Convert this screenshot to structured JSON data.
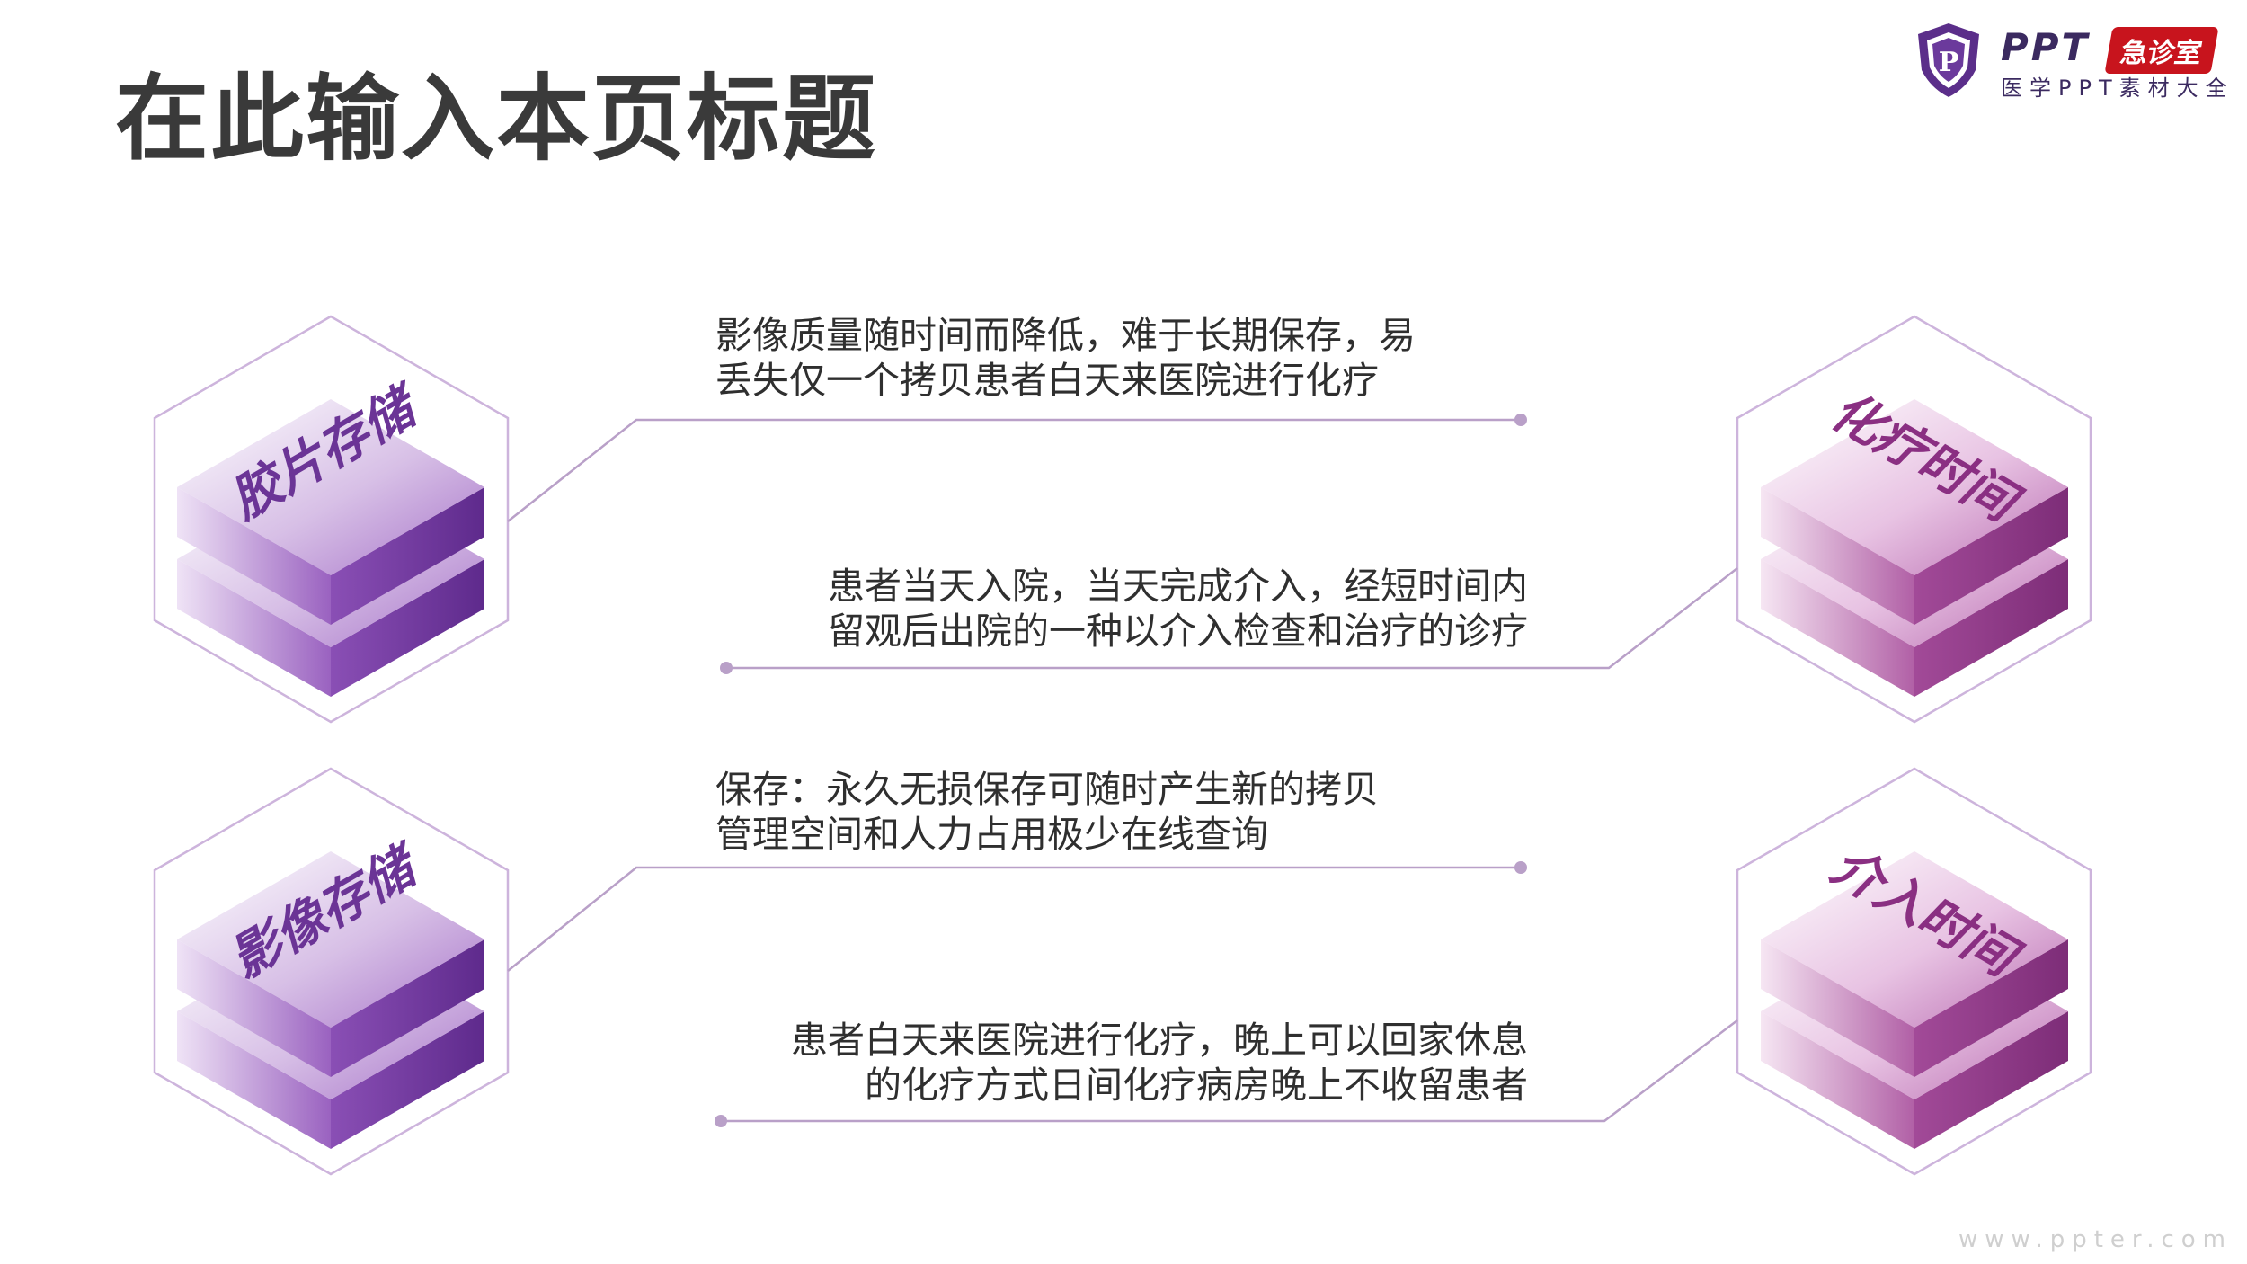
{
  "page": {
    "title": "在此输入本页标题"
  },
  "logo": {
    "shield_letter": "P",
    "brand": "PPT",
    "badge": "急诊室",
    "subtitle": "医学PPT素材大全"
  },
  "modules": [
    {
      "label": "胶片存储",
      "description_lines": [
        "影像质量随时间而降低，难于长期保存，易",
        "丢失仅一个拷贝患者白天来医院进行化疗"
      ]
    },
    {
      "label": "化疗时间",
      "description_lines": [
        "患者当天入院，当天完成介入，经短时间内",
        "留观后出院的一种以介入检查和治疗的诊疗"
      ]
    },
    {
      "label": "影像存储",
      "description_lines": [
        "保存：永久无损保存可随时产生新的拷贝",
        "管理空间和人力占用极少在线查询"
      ]
    },
    {
      "label": "介入时间",
      "description_lines": [
        "患者白天来医院进行化疗，晚上可以回家休息",
        "的化疗方式日间化疗病房晚上不收留患者"
      ]
    }
  ],
  "watermark": "www.ppter.com",
  "colors": {
    "accent": "#7a3aa6",
    "line": "#b9a0c8",
    "hex_outline": "#cdb4dc",
    "title": "#3a3a3a",
    "badge": "#c8141d"
  }
}
